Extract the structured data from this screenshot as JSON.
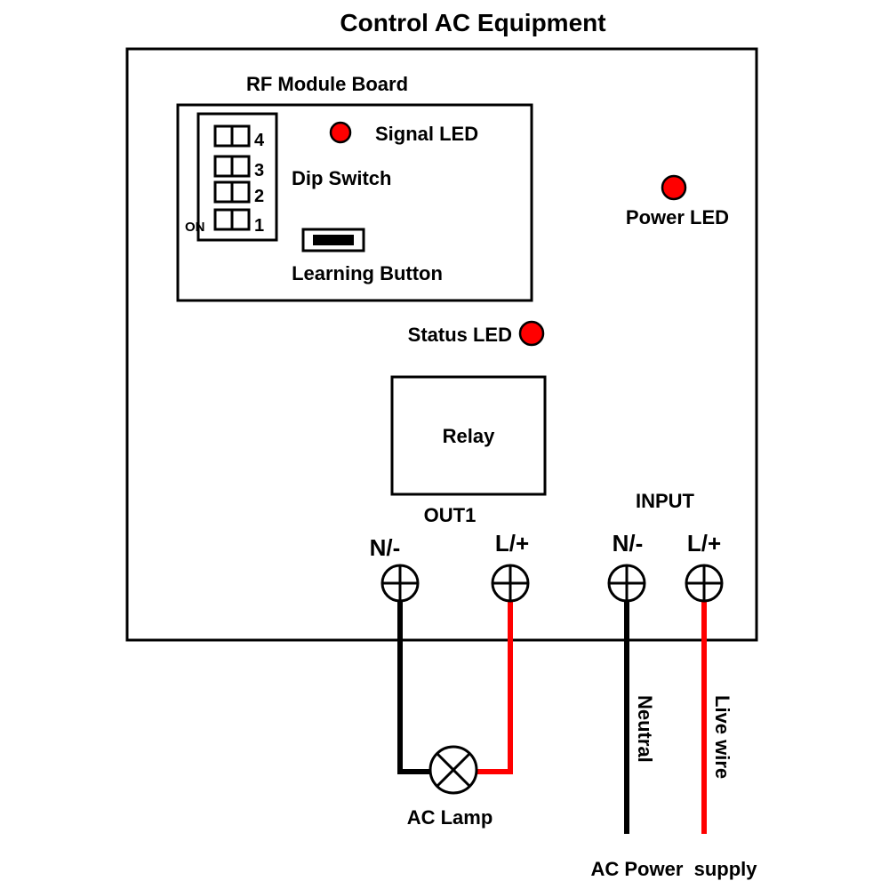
{
  "title": "Control AC Equipment",
  "rf_module": {
    "label": "RF Module Board",
    "dip_switch_label": "Dip Switch",
    "dip_numbers": [
      "4",
      "3",
      "2",
      "1"
    ],
    "on_label": "ON",
    "learning_button_label": "Learning Button",
    "signal_led_label": "Signal LED"
  },
  "power_led_label": "Power LED",
  "status_led_label": "Status LED",
  "relay_label": "Relay",
  "out1_label": "OUT1",
  "input_label": "INPUT",
  "terminals": {
    "out_neg": "N/-",
    "out_pos": "L/+",
    "in_neg": "N/-",
    "in_pos": "L/+"
  },
  "wires": {
    "neutral_label": "Neutral",
    "live_label": "Live wire"
  },
  "lamp_label": "AC Lamp",
  "supply_label": "AC Power  supply",
  "colors": {
    "led": "#ff0000",
    "live_wire": "#ff0000",
    "neutral_wire": "#000000",
    "outline": "#000000"
  }
}
